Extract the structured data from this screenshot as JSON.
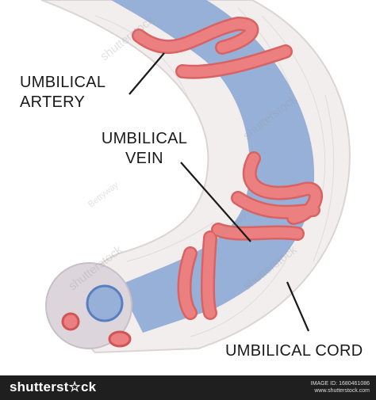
{
  "labels": {
    "artery": [
      "UMBILICAL",
      "ARTERY"
    ],
    "vein": [
      "UMBILICAL",
      "VEIN"
    ],
    "cord": "UMBILICAL CORD"
  },
  "watermark": {
    "text": "shutterstock",
    "author": "Bettyway"
  },
  "footer": {
    "logo": "shutterst☆ck",
    "image_id": "IMAGE ID: 1680461086",
    "site": "www.shutterstock.com"
  },
  "colors": {
    "cord_fill": "#f3eeee",
    "cord_outline": "#dcd4d4",
    "vein": "#97b0d8",
    "artery": "#ec7f7f",
    "artery_edge": "#d96363",
    "cross_section": "#dcd6dc",
    "footer_bg": "#1f1f1f"
  }
}
